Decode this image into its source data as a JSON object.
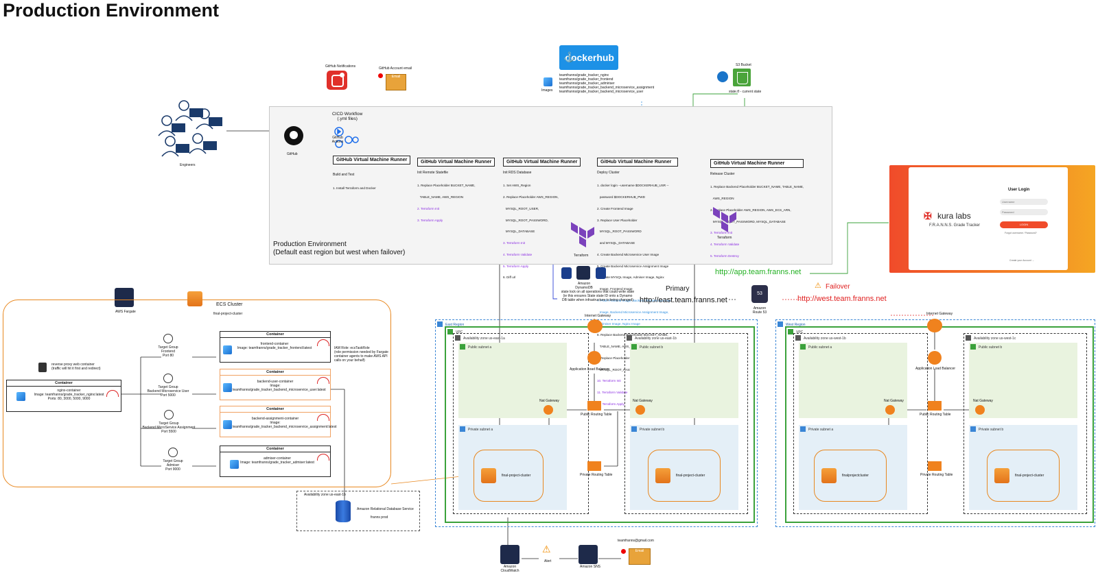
{
  "title": "Production Environment",
  "engineers": {
    "label": "Engineers"
  },
  "github": {
    "label": "GitHub"
  },
  "github_actions": {
    "label": "GitHub Actions"
  },
  "github_notifications": {
    "label": "GitHub Notifications"
  },
  "github_account_email": {
    "label": "GitHub Account email",
    "badge": "Email"
  },
  "cicd": {
    "label": "CICD Workflow\n(.yml files)"
  },
  "dockerhub": {
    "logo": "dockerhub",
    "images_label": "Images",
    "repos": [
      "teamfranns/grade_tracker_nginx",
      "teamfranns/grade_tracker_frontend",
      "teamfranns/grade_tracker_admiriser",
      "teamfranns/grade_tracker_backend_microservice_assignment",
      "teamfranns/grade_tracker_backend_microservice_user"
    ]
  },
  "s3": {
    "label": "S3 Bucket",
    "state_label": "state.tf - current state"
  },
  "runners": [
    {
      "title": "GitHub Virtual Machine Runner",
      "subtitle": "Build and Test",
      "steps": [
        {
          "text": "1. Install Terraform and Docker",
          "style": "plain"
        }
      ]
    },
    {
      "title": "GitHub Virtual Machine Runner",
      "subtitle": "Init Remote Statefile",
      "steps": [
        {
          "text": "1. Replace Placeholder BUCKET_NAME,",
          "style": "plain"
        },
        {
          "text": "   TABLE_NAME, AWS_REGION",
          "style": "plain"
        },
        {
          "text": "2. Terraform Init",
          "style": "purple"
        },
        {
          "text": "3. Terraform Apply",
          "style": "purple"
        }
      ]
    },
    {
      "title": "GitHub Virtual Machine Runner",
      "subtitle": "Init RDS Database",
      "steps": [
        {
          "text": "1. Set AWS_Region",
          "style": "plain"
        },
        {
          "text": "2. Replace Placeholder AWS_REGION,",
          "style": "plain"
        },
        {
          "text": "   MYSQL_ROOT_USER,",
          "style": "plain"
        },
        {
          "text": "   MYSQL_ROOT_PASSWORD,",
          "style": "plain"
        },
        {
          "text": "   MYSQL_DATABASE",
          "style": "plain"
        },
        {
          "text": "3. Terraform Init",
          "style": "purple"
        },
        {
          "text": "4. Terraform Validate",
          "style": "purple"
        },
        {
          "text": "5. Terraform Apply",
          "style": "purple"
        },
        {
          "text": "6. Diff url",
          "style": "plain"
        }
      ]
    },
    {
      "title": "GitHub Virtual Machine Runner",
      "subtitle": "Deploy Cluster",
      "steps": [
        {
          "text": "1. docker login --username $DOCKERHUB_USR --",
          "style": "plain"
        },
        {
          "text": "   password $DOCKERHUB_PWD",
          "style": "plain"
        },
        {
          "text": "2. Create Frontend Image",
          "style": "plain"
        },
        {
          "text": "3. Replace User Placeholder",
          "style": "plain"
        },
        {
          "text": "   MYSQL_ROOT_PASSWORD",
          "style": "plain"
        },
        {
          "text": "   and MYSQL_DATABASE",
          "style": "plain"
        },
        {
          "text": "4. Create Backend Microservice User Image",
          "style": "plain"
        },
        {
          "text": "5. Create Backend Microservice Assignment Image",
          "style": "plain"
        },
        {
          "text": "6. Create MYSQL Image, Admiser Image, Nginx",
          "style": "plain"
        },
        {
          "text": "   Image, Frontend Image",
          "style": "plain"
        },
        {
          "text": "7. Push Frontend Image, Backend Microservice User",
          "style": "blue"
        },
        {
          "text": "   Image, Backend Microservice Assignment Image,",
          "style": "blue"
        },
        {
          "text": "   Admiser Image, Nginx Image",
          "style": "blue"
        },
        {
          "text": "8. Replace Backend Placeholder BUCKET_NAME,",
          "style": "plain"
        },
        {
          "text": "   TABLE_NAME, AWS_REGION",
          "style": "plain"
        },
        {
          "text": "9. Replace Placeholder AWS_REGION, AWS_ECS_ARN,",
          "style": "plain"
        },
        {
          "text": "   MYSQL_ROOT_PASSWORD, MYSQL_DATABASE",
          "style": "plain"
        },
        {
          "text": "10. Terraform Init",
          "style": "purple"
        },
        {
          "text": "11. Terraform Validate",
          "style": "purple"
        },
        {
          "text": "12. Terraform Apply",
          "style": "purple"
        }
      ]
    },
    {
      "title": "GitHub Virtual Machine Runner",
      "subtitle": "Release Cluster",
      "steps": [
        {
          "text": "1. Replace Backend Placeholder BUCKET_NAME, TABLE_NAME,",
          "style": "plain"
        },
        {
          "text": "   AWS_REGION",
          "style": "plain"
        },
        {
          "text": "2. Replace Placeholder AWS_REGION, AWS_ECS_ARN,",
          "style": "plain"
        },
        {
          "text": "   MYSQL_ROOT_PASSWORD, MYSQL_DATABASE",
          "style": "plain"
        },
        {
          "text": "3. Terraform Init",
          "style": "purple"
        },
        {
          "text": "4. Terraform Validate",
          "style": "purple"
        },
        {
          "text": "5. Terraform Destroy",
          "style": "purple"
        }
      ]
    }
  ],
  "terraform": {
    "label": "Terraform"
  },
  "prod_env": {
    "line1": "Production Environment",
    "line2": "(Default east region but west when failover)"
  },
  "dynamodb": {
    "label": "Amazon DynamoDB",
    "note1": "state lock on all operations that could write state",
    "note2": "(ie this ensures State state ID onto a Dynamo",
    "note3": "DB table when infrastructure is being changed)"
  },
  "kura": {
    "brand": "kura labs",
    "app_name": "F.R.A.N.N.S. Grade Tracker",
    "login_title": "User Login",
    "username_placeholder": "Username",
    "password_placeholder": "Password",
    "login_button": "LOGIN",
    "forgot": "Forgot username / Password?",
    "create": "Create your Account →"
  },
  "dns": {
    "app_url": "http://app.team.franns.net",
    "primary_label": "Primary",
    "east_url": "http://east.team.franns.net",
    "failover_label": "Failover",
    "west_url": "http://west.team.franns.net",
    "route53_label": "Amazon Route 53",
    "internet_gateway": "Internet Gateway"
  },
  "fargate": {
    "label": "AWS Fargate"
  },
  "ecs_cluster": {
    "label": "ECS Cluster",
    "name": "final-project-cluster"
  },
  "nginx": {
    "proxy_label": "reverse proxy web container",
    "proxy_note": "(traffic will hit it first and redirect)",
    "head": "Container",
    "name": "nginx-container",
    "image": "Image: teamfranns/grade_tracker_nginx:latest",
    "ports": "Ports: 80, 3000, 5000, 9000"
  },
  "target_groups": [
    {
      "line1": "Target Group",
      "line2": "Frontend",
      "line3": "Port 80"
    },
    {
      "line1": "Target Group",
      "line2": "Backend Microservice User",
      "line3": "Port 5000"
    },
    {
      "line1": "Target Group",
      "line2": "Backend MicroService Assignment",
      "line3": "Port 5500"
    },
    {
      "line1": "Target Group",
      "line2": "Admiser",
      "line3": "Port 9000"
    }
  ],
  "containers": [
    {
      "head": "Container",
      "name": "frontend-container",
      "image": "Image: teamfranns/grade_tracker_frontend:latest"
    },
    {
      "head": "Container",
      "name": "backend-user-container",
      "image": "Image: teamfranns/grade_tracker_backend_microservice_user:latest"
    },
    {
      "head": "Container",
      "name": "backend-assignment-container",
      "image": "Image: teamfranns/grade_tracker_backend_microservice_assignment:latest"
    },
    {
      "head": "Container",
      "name": "admiser-container",
      "image": "Image: teamfranns/grade_tracker_admiser:latest"
    }
  ],
  "iam_note": {
    "line1": "IAM Role: ecsTaskRole",
    "line2": "(role permission needed by Fargate",
    "line3": "container agents to make AWS API",
    "line4": "calls on your behalf)"
  },
  "rds": {
    "az_label": "Availability zone us-east-1b",
    "label": "Amazon Relational Database Service",
    "db_name": "franns prod"
  },
  "east": {
    "region_label": "East Region",
    "vpc_label": "VPC",
    "az_a": "Availability zone us-east-1a",
    "az_b": "Availability zone us-east-1b",
    "pub_a": "Public subnet a",
    "pub_b": "Public subnet b",
    "priv_a": "Private subnet a",
    "priv_b": "Private subnet b",
    "alb": "Application Load Balancer",
    "nat_a": "Nat Gateway",
    "nat_b": "Nat Gateway",
    "public_rt": "Public Routing Table",
    "private_rt": "Private Routing Table",
    "cluster_a": "final-project-cluster",
    "cluster_b": "final-project-cluster"
  },
  "west": {
    "region_label": "West Region",
    "vpc_label": "VPC",
    "az_a": "Availability zone us-west-1b",
    "az_b": "Availability zone us-west-1c",
    "pub_a": "Public subnet a",
    "pub_b": "Public subnet b",
    "priv_a": "Private subnet a",
    "priv_b": "Private subnet b",
    "alb": "Application Load Balancer",
    "nat_a": "Nat Gateway",
    "nat_b": "Nat Gateway",
    "public_rt": "Public Routing Table",
    "private_rt": "Private Routing Table",
    "cluster_a": "finalprojectcluster",
    "cluster_b": "final-project-cluster"
  },
  "monitoring": {
    "cloudwatch": "Amazon CloudWatch",
    "alert": "Alert",
    "sns": "Amazon SNS",
    "email_addr": "teamfranns@gmail.com",
    "email_badge": "Email"
  },
  "colors": {
    "accent_orange": "#e8871e",
    "vpc_green": "#3aa13a",
    "region_blue": "#3a86d6",
    "link_green": "#22b022",
    "link_red": "#e02020",
    "purple": "#8a2be2",
    "terraform_purple": "#7b42bc",
    "docker_blue": "#1d91e6"
  }
}
